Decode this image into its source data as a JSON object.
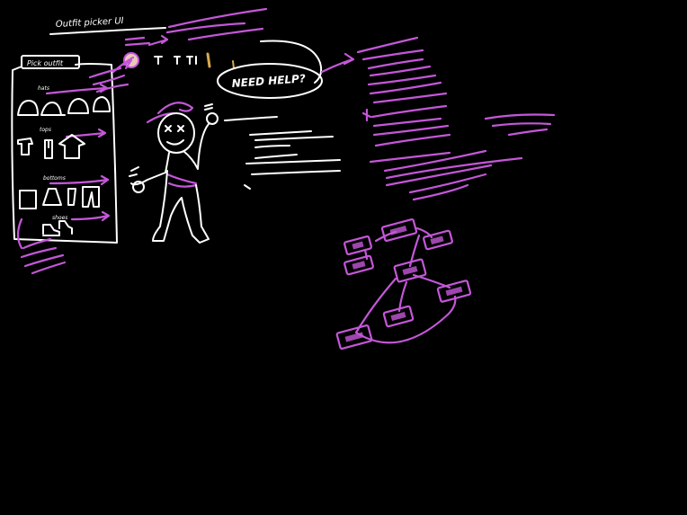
{
  "notes": {
    "page_title": "Outfit picker UI",
    "panel_title": "Pick outfit",
    "help_bubble": "NEED HELP?",
    "hats_label": "hats",
    "tops_label": "tops",
    "bottoms_label": "bottoms",
    "shoes_label": "shoes"
  },
  "colors": {
    "background": "#000000",
    "ink_white": "#ffffff",
    "ink_purple": "#c457d8"
  },
  "icons": [
    "palette-icon",
    "hat-icon",
    "shirt-icon",
    "pants-icon",
    "shoe-icon",
    "avatar-figure",
    "pointer-hand-icon"
  ]
}
